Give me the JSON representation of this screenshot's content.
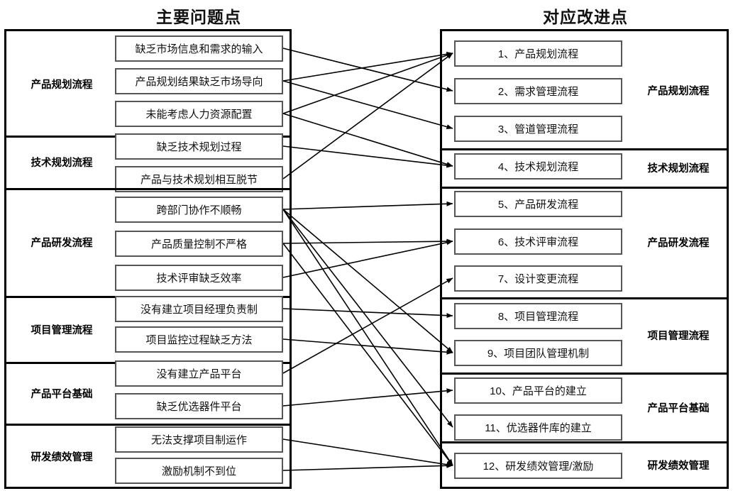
{
  "headers": {
    "left_title": "主要问题点",
    "right_title": "对应改进点"
  },
  "left_panel": {
    "groups": [
      {
        "label": "产品规划流程",
        "items": [
          "缺乏市场信息和需求的输入",
          "产品规划结果缺乏市场导向",
          "未能考虑人力资源配置"
        ]
      },
      {
        "label": "技术规划流程",
        "items": [
          "缺乏技术规划过程",
          "产品与技术规划相互脱节"
        ]
      },
      {
        "label": "产品研发流程",
        "items": [
          "跨部门协作不顺畅",
          "产品质量控制不严格",
          "技术评审缺乏效率"
        ]
      },
      {
        "label": "项目管理流程",
        "items": [
          "没有建立项目经理负责制",
          "项目监控过程缺乏方法"
        ]
      },
      {
        "label": "产品平台基础",
        "items": [
          "没有建立产品平台",
          "缺乏优选器件平台"
        ]
      },
      {
        "label": "研发绩效管理",
        "items": [
          "无法支撑项目制运作",
          "激励机制不到位"
        ]
      }
    ]
  },
  "right_panel": {
    "groups": [
      {
        "label": "产品规划流程",
        "items": [
          "1、产品规划流程",
          "2、需求管理流程",
          "3、管道管理流程"
        ]
      },
      {
        "label": "技术规划流程",
        "items": [
          "4、技术规划流程"
        ]
      },
      {
        "label": "产品研发流程",
        "items": [
          "5、产品研发流程",
          "6、技术评审流程",
          "7、设计变更流程"
        ]
      },
      {
        "label": "项目管理流程",
        "items": [
          "8、项目管理流程",
          "9、项目团队管理机制"
        ]
      },
      {
        "label": "产品平台基础",
        "items": [
          "10、产品平台的建立",
          "11、优选器件库的建立"
        ]
      },
      {
        "label": "研发绩效管理",
        "items": [
          "12、研发绩效管理/激励"
        ]
      }
    ]
  },
  "connections": [
    {
      "from": "缺乏市场信息和需求的输入",
      "to": "2、需求管理流程"
    },
    {
      "from": "产品规划结果缺乏市场导向",
      "to": "1、产品规划流程"
    },
    {
      "from": "产品规划结果缺乏市场导向",
      "to": "3、管道管理流程"
    },
    {
      "from": "未能考虑人力资源配置",
      "to": "1、产品规划流程"
    },
    {
      "from": "未能考虑人力资源配置",
      "to": "4、技术规划流程"
    },
    {
      "from": "缺乏技术规划过程",
      "to": "4、技术规划流程"
    },
    {
      "from": "产品与技术规划相互脱节",
      "to": "1、产品规划流程"
    },
    {
      "from": "跨部门协作不顺畅",
      "to": "5、产品研发流程"
    },
    {
      "from": "跨部门协作不顺畅",
      "to": "9、项目团队管理机制"
    },
    {
      "from": "跨部门协作不顺畅",
      "to": "11、优选器件库的建立"
    },
    {
      "from": "跨部门协作不顺畅",
      "to": "12、研发绩效管理/激励"
    },
    {
      "from": "产品质量控制不严格",
      "to": "6、技术评审流程"
    },
    {
      "from": "产品质量控制不严格",
      "to": "12、研发绩效管理/激励"
    },
    {
      "from": "技术评审缺乏效率",
      "to": "6、技术评审流程"
    },
    {
      "from": "没有建立项目经理负责制",
      "to": "8、项目管理流程"
    },
    {
      "from": "项目监控过程缺乏方法",
      "to": "9、项目团队管理机制"
    },
    {
      "from": "没有建立产品平台",
      "to": "7、设计变更流程"
    },
    {
      "from": "缺乏优选器件平台",
      "to": "10、产品平台的建立"
    },
    {
      "from": "无法支撑项目制运作",
      "to": "12、研发绩效管理/激励"
    },
    {
      "from": "激励机制不到位",
      "to": "12、研发绩效管理/激励"
    }
  ],
  "colors": {
    "border": "#000000",
    "box_border": "#555555",
    "background": "#ffffff",
    "line": "#000000"
  }
}
